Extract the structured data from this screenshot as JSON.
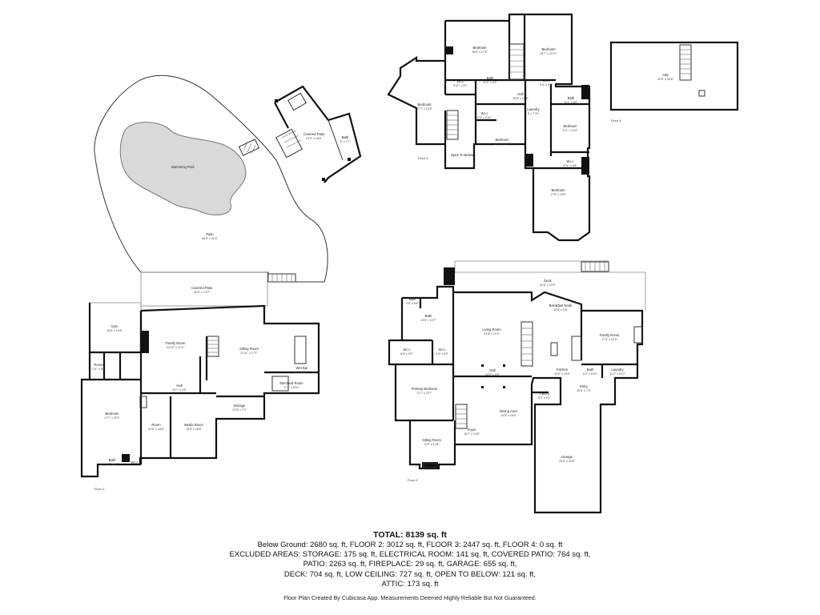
{
  "summary": {
    "total": "TOTAL: 8139 sq. ft",
    "lines": [
      "Below Ground: 2680 sq. ft, FLOOR 2: 3012 sq. ft, FLOOR 3: 2447 sq. ft, FLOOR 4: 0 sq. ft",
      "EXCLUDED AREAS: STORAGE: 175 sq. ft, ELECTRICAL ROOM: 141 sq. ft, COVERED PATIO: 764 sq. ft,",
      "PATIO: 2263 sq. ft, FIREPLACE: 29 sq. ft, GARAGE: 655 sq. ft,",
      "DECK: 704 sq. ft, LOW CEILING: 727 sq. ft, OPEN TO BELOW: 121 sq. ft,",
      "ATTIC: 173 sq. ft"
    ]
  },
  "footer": "Floor Plan Created By Cubicasa App. Measurements Deemed Highly Reliable But Not Guaranteed.",
  "floor_labels": {
    "floor1": "Floor 1",
    "floor2": "Floor 2",
    "floor3": "Floor 3",
    "floor4": "Floor 4"
  },
  "rooms": {
    "swimming_pool": {
      "name": "Swimming Pool",
      "dim": ""
    },
    "patio": {
      "name": "Patio",
      "dim": "66'5\" x 92'4\""
    },
    "covered_patio_small": {
      "name": "Covered Patio",
      "dim": "23'0\" x 16'6\""
    },
    "bath_pool": {
      "name": "Bath",
      "dim": "5'' x 7'7\""
    },
    "covered_patio_big": {
      "name": "Covered Patio",
      "dim": "40'0\" x 14'2\""
    },
    "gym": {
      "name": "Gym",
      "dim": "19'8\" x 15'8\""
    },
    "family_room_f1": {
      "name": "Family Room",
      "dim": "24'10\" x 21'5\""
    },
    "sitting_room_f1": {
      "name": "Sitting Room",
      "dim": "21'11\" x 17'7\""
    },
    "wet_bar": {
      "name": "Wet Bar",
      "dim": "9'0\" x 13'4\""
    },
    "room_small": {
      "name": "Room",
      "dim": "7'11\" x 8'8\""
    },
    "hall_f1": {
      "name": "Hall",
      "dim": "24'7\" x 4'5\""
    },
    "electrical_room": {
      "name": "Electrical Room",
      "dim": "17'1\" x 8'10\""
    },
    "storage": {
      "name": "Storage",
      "dim": "23'8\" x 7'0\""
    },
    "bedroom_f1": {
      "name": "Bedroom",
      "dim": "17'7\" x 23'1\""
    },
    "room_f1": {
      "name": "Room",
      "dim": "8'10\" x 18'8\""
    },
    "media_room": {
      "name": "Media Room",
      "dim": "13'5\" x 18'8\""
    },
    "bath_f1": {
      "name": "Bath",
      "dim": "16'0\" x 6'7\""
    },
    "wic_f1": {
      "name": "W.i.c",
      "dim": ""
    },
    "deck": {
      "name": "Deck",
      "dim": "81'6\" x 10'5\""
    },
    "bath_f2_top": {
      "name": "Bath",
      "dim": "4'6\" x 8'8\""
    },
    "bath_f2": {
      "name": "Bath",
      "dim": "13'6\" x 12'7\""
    },
    "living_room": {
      "name": "Living Room",
      "dim": "24'8\" x 21'6\""
    },
    "breakfast_nook": {
      "name": "Breakfast Nook",
      "dim": "13'5\" x 9'8\""
    },
    "family_room_f2": {
      "name": "Family Room",
      "dim": "17'0\" x 15'9\""
    },
    "wic_f2_a": {
      "name": "W.i.c",
      "dim": "8'8\" x 8'0\""
    },
    "wic_f2_b": {
      "name": "W.i.c",
      "dim": "5'6\" x 6'9\""
    },
    "hall_f2": {
      "name": "Hall",
      "dim": "34'8\" x 4'8\""
    },
    "kitchen": {
      "name": "Kitchen",
      "dim": "15'5\" x 19'6\""
    },
    "bath_f2_small": {
      "name": "Bath",
      "dim": "8'2\" x 8'10\""
    },
    "laundry_f2": {
      "name": "Laundry",
      "dim": "12'2\" x 9'10\""
    },
    "primary_bedroom": {
      "name": "Primary Bedroom",
      "dim": "17'7\" x 23'7\""
    },
    "pantry": {
      "name": "Pantry",
      "dim": "5'2\" x 6'1\""
    },
    "entry": {
      "name": "Entry",
      "dim": "16'4\" x 7'9\""
    },
    "dining_area": {
      "name": "Dining Area",
      "dim": "14'5\" x 16'6\""
    },
    "foyer": {
      "name": "Foyer",
      "dim": "10'7\" x 24'8\""
    },
    "sitting_room_f2": {
      "name": "Sitting Room",
      "dim": "11'5\" x 14'8\""
    },
    "garage": {
      "name": "Garage",
      "dim": "20'0\" x 32'8\""
    },
    "bedroom_f3_a": {
      "name": "Bedroom",
      "dim": "16'5\" x 17'6\""
    },
    "bedroom_f3_b": {
      "name": "Bedroom",
      "dim": "16'7\" x 23'11\""
    },
    "wic_f3_a": {
      "name": "W.i.c",
      "dim": "8'11\" x 4'2\""
    },
    "bath_f3_a": {
      "name": "Bath",
      "dim": "11'2\" x 4'2\""
    },
    "wic_f3_b": {
      "name": "W.i.c",
      "dim": "5'6\" x 6'2\""
    },
    "hall_f3": {
      "name": "Hall",
      "dim": "30'8\" x 18'8\""
    },
    "bath_f3_b": {
      "name": "Bath",
      "dim": "11'1\" x 6'6\""
    },
    "bedroom_f3_left": {
      "name": "Bedroom",
      "dim": "17'7\" x 15'5\""
    },
    "wic_f3_c": {
      "name": "W.i.c",
      "dim": "6'4\" x 4'10\""
    },
    "laundry_f3": {
      "name": "Laundry",
      "dim": "8' x 7'10\""
    },
    "bedroom_f3_mid": {
      "name": "Bedroom",
      "dim": "15'3\" x 19'0\""
    },
    "bedroom_f3_right": {
      "name": "Bedroom",
      "dim": "11'1\" x 12'4\""
    },
    "wic_f3_d": {
      "name": "W.i.c",
      "dim": "8'11\" x 5'6\""
    },
    "open_to_below": {
      "name": "Open To Below",
      "dim": ""
    },
    "bedroom_f3_bottom": {
      "name": "Bedroom",
      "dim": "17'6\" x 15'5\""
    },
    "attic": {
      "name": "Attic",
      "dim": "30'8\" x 30'8\""
    }
  }
}
